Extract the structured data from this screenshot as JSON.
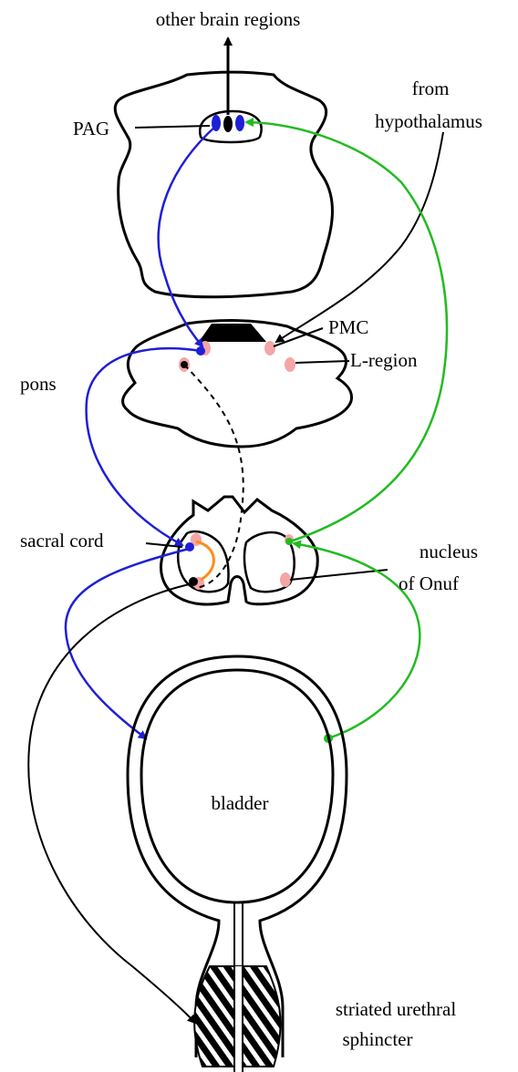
{
  "labels": {
    "other_brain_regions": "other brain regions",
    "pag": "PAG",
    "from": "from",
    "hypothalamus": "hypothalamus",
    "pmc": "PMC",
    "l_region": "L-region",
    "pons": "pons",
    "sacral_cord": "sacral cord",
    "nucleus": "nucleus",
    "of_onuf": "of Onuf",
    "bladder": "bladder",
    "striated_urethral": "striated urethral",
    "sphincter": "sphincter"
  },
  "colors": {
    "pathway_blue": "#1f1fd6",
    "pathway_green": "#22bb22",
    "pathway_orange": "#ff8c1a",
    "nucleus_pink": "#f4a6a6",
    "outline": "#000000"
  }
}
